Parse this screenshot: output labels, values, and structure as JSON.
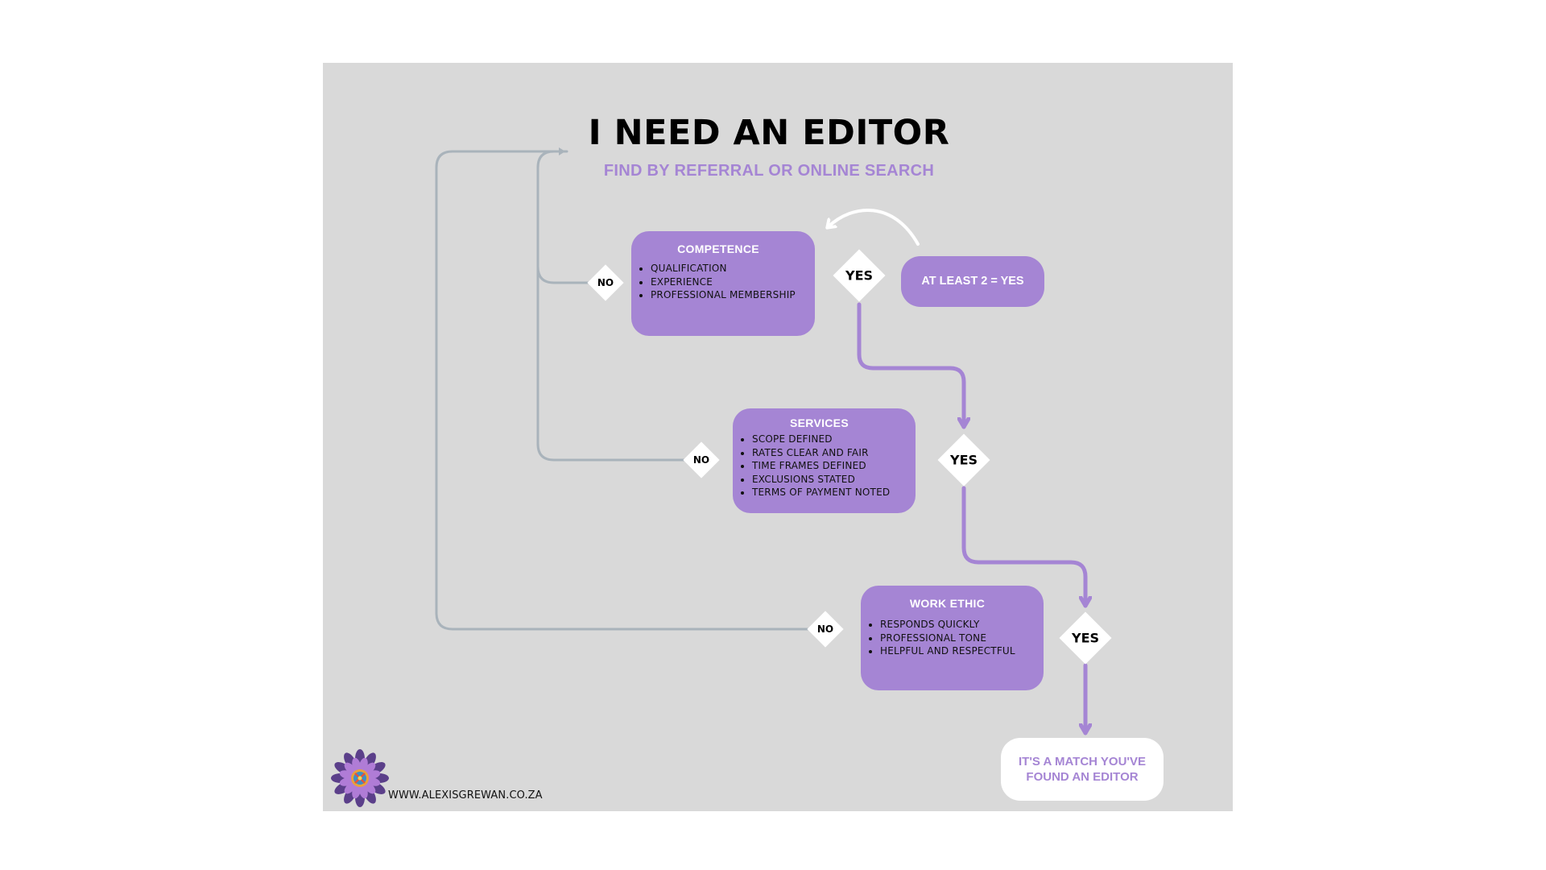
{
  "title": "I NEED AN EDITOR",
  "subtitle": "FIND BY REFERRAL OR ONLINE SEARCH",
  "colors": {
    "panel": "#d9d9d9",
    "accent": "#a585d4",
    "connector_gray": "#a9b3bb",
    "connector_purple": "#a585d4",
    "diamond": "#ffffff"
  },
  "nodes": {
    "competence": {
      "heading": "COMPETENCE",
      "items": [
        "QUALIFICATION",
        "EXPERIENCE",
        "PROFESSIONAL MEMBERSHIP"
      ]
    },
    "services": {
      "heading": "SERVICES",
      "items": [
        "SCOPE DEFINED",
        "RATES CLEAR AND FAIR",
        "TIME FRAMES DEFINED",
        "EXCLUSIONS STATED",
        "TERMS OF PAYMENT NOTED"
      ]
    },
    "work_ethic": {
      "heading": "WORK ETHIC",
      "items": [
        "RESPONDS QUICKLY",
        "PROFESSIONAL TONE",
        "HELPFUL AND RESPECTFUL"
      ]
    },
    "note": "AT LEAST 2 = YES",
    "end": "IT'S A MATCH YOU'VE FOUND AN EDITOR"
  },
  "decisions": {
    "no": "NO",
    "yes": "YES"
  },
  "footer": {
    "website": "WWW.ALEXISGREWAN.CO.ZA",
    "logo_icon": "mandala-flower-icon"
  }
}
